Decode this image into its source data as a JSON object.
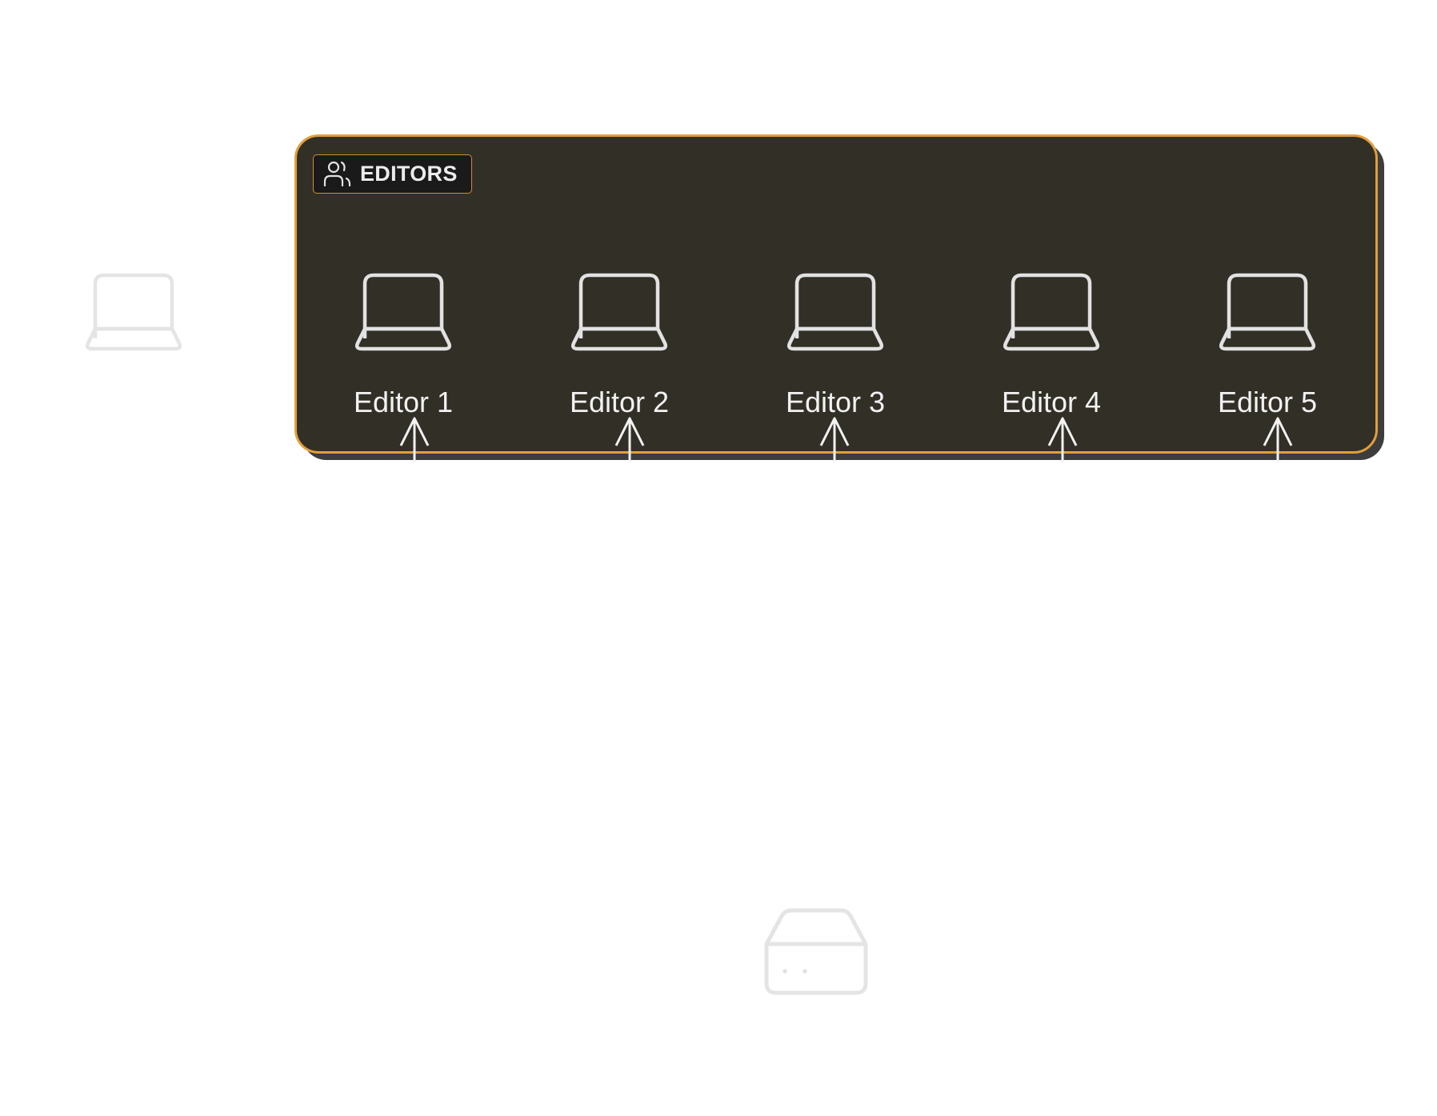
{
  "colors": {
    "group_fill": "#322f27",
    "group_border": "#e29f3b",
    "group_shadow": "#3d3d3d",
    "badge_fill": "#1a1a1a",
    "icon_stroke": "#e2e2e2",
    "faded_icon": "#e4e4e4",
    "text": "#f2f2f2"
  },
  "group": {
    "badge_label": "EDITORS",
    "badge_icon": "users-icon",
    "editors": [
      {
        "label": "Editor 1",
        "icon": "laptop-icon"
      },
      {
        "label": "Editor 2",
        "icon": "laptop-icon"
      },
      {
        "label": "Editor 3",
        "icon": "laptop-icon"
      },
      {
        "label": "Editor 4",
        "icon": "laptop-icon"
      },
      {
        "label": "Editor 5",
        "icon": "laptop-icon"
      }
    ]
  },
  "outside_nodes": [
    {
      "name": "standalone-laptop",
      "icon": "laptop-icon"
    },
    {
      "name": "storage-server",
      "icon": "server-icon"
    }
  ]
}
